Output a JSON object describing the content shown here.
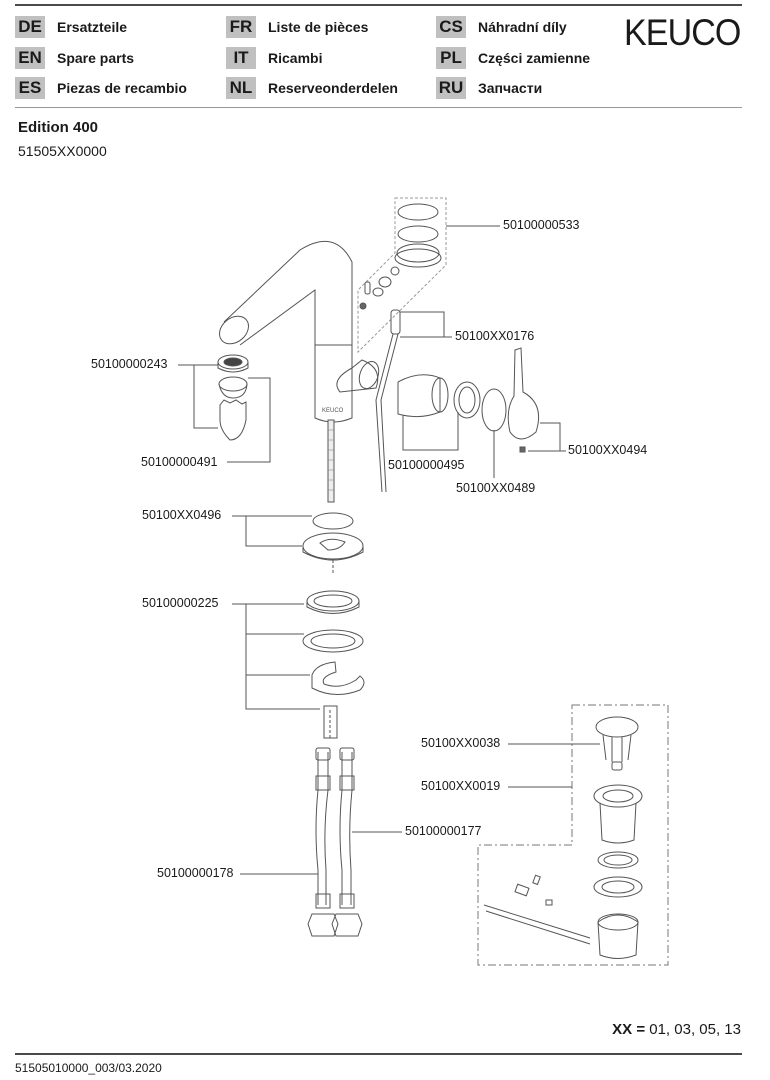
{
  "header": {
    "languages": [
      {
        "code": "DE",
        "title": "Ersatzteile"
      },
      {
        "code": "EN",
        "title": "Spare parts"
      },
      {
        "code": "ES",
        "title": "Piezas de recambio"
      },
      {
        "code": "FR",
        "title": "Liste de pièces"
      },
      {
        "code": "IT",
        "title": "Ricambi"
      },
      {
        "code": "NL",
        "title": "Reserveonderdelen"
      },
      {
        "code": "CS",
        "title": "Náhradní díly"
      },
      {
        "code": "PL",
        "title": "Części zamienne"
      },
      {
        "code": "RU",
        "title": "Запчасти"
      }
    ],
    "logo": "KEUCO"
  },
  "product": {
    "name": "Edition 400",
    "number": "51505XX0000"
  },
  "parts": {
    "seal_kit": "50100000533",
    "lift_rod": "50100XX0176",
    "aerator": "50100000243",
    "aerator_housing": "50100000491",
    "cartridge": "50100000495",
    "cover_cap": "50100XX0489",
    "lever_handle": "50100XX0494",
    "base_seal": "50100XX0496",
    "fixing_set": "50100000225",
    "pop_up_plug": "50100XX0038",
    "waste_valve": "50100XX0019",
    "hose_long": "50100000177",
    "hose_short": "50100000178"
  },
  "drawing": {
    "body_logo": "KEUCO"
  },
  "footer": {
    "xx_key": "XX",
    "xx_equals": "=",
    "xx_values": "01, 03, 05, 13",
    "document_number": "51505010000_003/03.2020"
  },
  "colors": {
    "code_badge": "#c0c0c0",
    "rule": "#4a4a4a",
    "line": "#555555"
  }
}
